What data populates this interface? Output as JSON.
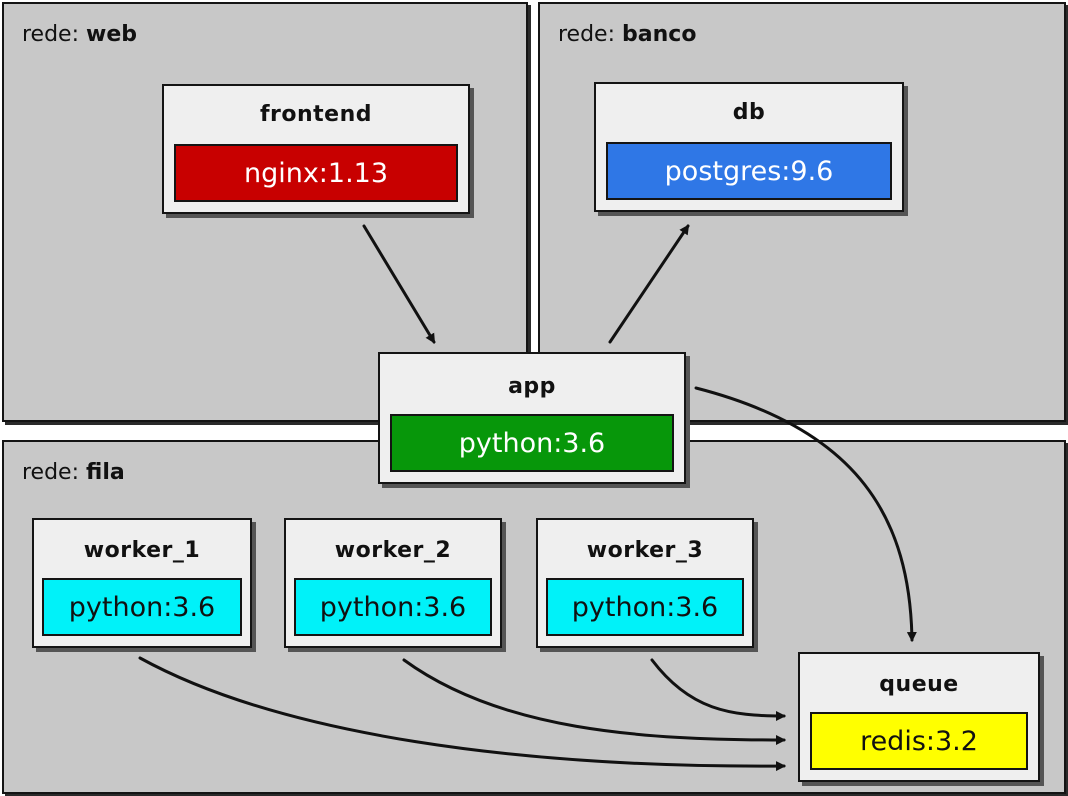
{
  "networks": {
    "web": {
      "prefix": "rede:",
      "name": "web"
    },
    "banco": {
      "prefix": "rede:",
      "name": "banco"
    },
    "fila": {
      "prefix": "rede:",
      "name": "fila"
    }
  },
  "services": {
    "frontend": {
      "name": "frontend",
      "image": "nginx:1.13",
      "color": "#c80000",
      "text_color": "#ffffff"
    },
    "db": {
      "name": "db",
      "image": "postgres:9.6",
      "color": "#2f77e6",
      "text_color": "#ffffff"
    },
    "app": {
      "name": "app",
      "image": "python:3.6",
      "color": "#07970a",
      "text_color": "#ffffff"
    },
    "worker_1": {
      "name": "worker_1",
      "image": "python:3.6",
      "color": "#00f2f9",
      "text_color": "#111111"
    },
    "worker_2": {
      "name": "worker_2",
      "image": "python:3.6",
      "color": "#00f2f9",
      "text_color": "#111111"
    },
    "worker_3": {
      "name": "worker_3",
      "image": "python:3.6",
      "color": "#00f2f9",
      "text_color": "#111111"
    },
    "queue": {
      "name": "queue",
      "image": "redis:3.2",
      "color": "#ffff00",
      "text_color": "#111111"
    }
  },
  "connections": [
    {
      "from": "frontend",
      "to": "app"
    },
    {
      "from": "app",
      "to": "db"
    },
    {
      "from": "app",
      "to": "queue"
    },
    {
      "from": "worker_1",
      "to": "queue"
    },
    {
      "from": "worker_2",
      "to": "queue"
    },
    {
      "from": "worker_3",
      "to": "queue"
    }
  ]
}
